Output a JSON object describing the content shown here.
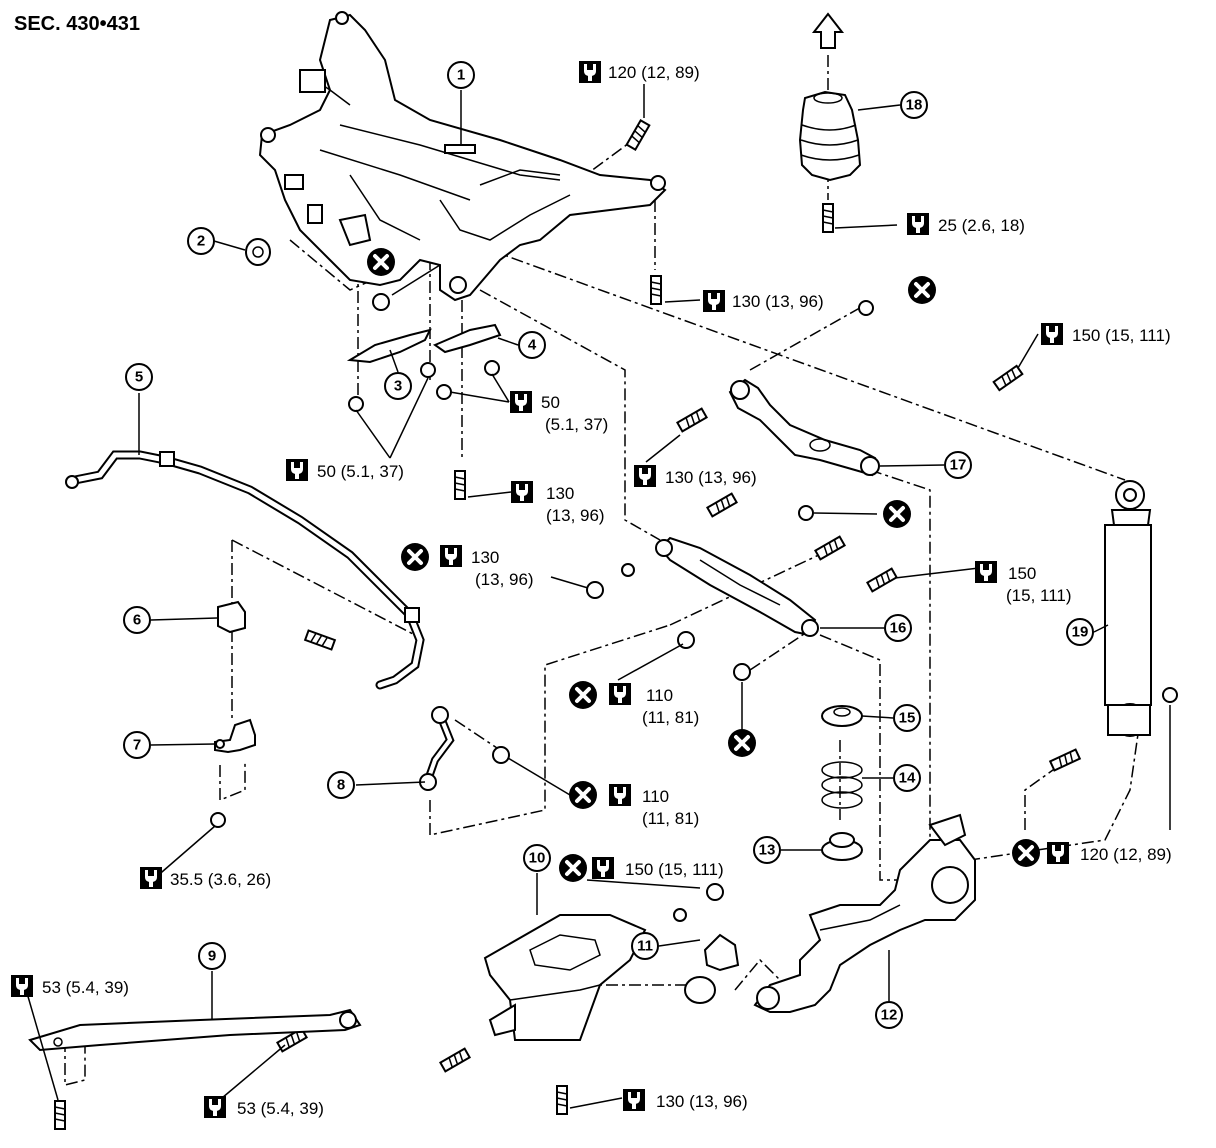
{
  "section": {
    "title": "SEC. 430•431"
  },
  "callouts": [
    {
      "id": "1",
      "text": "1"
    },
    {
      "id": "2",
      "text": "2"
    },
    {
      "id": "3",
      "text": "3"
    },
    {
      "id": "4",
      "text": "4"
    },
    {
      "id": "5",
      "text": "5"
    },
    {
      "id": "6",
      "text": "6"
    },
    {
      "id": "7",
      "text": "7"
    },
    {
      "id": "8",
      "text": "8"
    },
    {
      "id": "9",
      "text": "9"
    },
    {
      "id": "10",
      "text": "10"
    },
    {
      "id": "11",
      "text": "11"
    },
    {
      "id": "12",
      "text": "12"
    },
    {
      "id": "13",
      "text": "13"
    },
    {
      "id": "14",
      "text": "14"
    },
    {
      "id": "15",
      "text": "15"
    },
    {
      "id": "16",
      "text": "16"
    },
    {
      "id": "17",
      "text": "17"
    },
    {
      "id": "18",
      "text": "18"
    },
    {
      "id": "19",
      "text": "19"
    }
  ],
  "torques": {
    "t120_top": "120 (12, 89)",
    "t25": "25 (2.6, 18)",
    "t130_frame": "130 (13, 96)",
    "t150_upper": "150 (15, 111)",
    "t50_line1": "50",
    "t50_line2": "(5.1, 37)",
    "t50_combined": "50 (5.1, 37)",
    "t130_upper_arm": "130 (13, 96)",
    "t130_vert_1": "130",
    "t130_vert_2": "(13, 96)",
    "t130_nut_1": "130",
    "t130_nut_2": "(13, 96)",
    "t150_lower_1": "150",
    "t150_lower_2": "(15, 111)",
    "t110_a1": "110",
    "t110_a2": "(11, 81)",
    "t110_b1": "110",
    "t110_b2": "(11, 81)",
    "t35": "35.5 (3.6, 26)",
    "t150_bracket": "150 (15, 111)",
    "t120_shock": "120 (12, 89)",
    "t53_a": "53 (5.4, 39)",
    "t53_b": "53 (5.4, 39)",
    "t130_bottom": "130 (13, 96)"
  },
  "icons": {
    "torque": "torque-wrench-icon",
    "no_reuse": "do-not-reuse-icon",
    "direction": "arrow-up-icon"
  }
}
